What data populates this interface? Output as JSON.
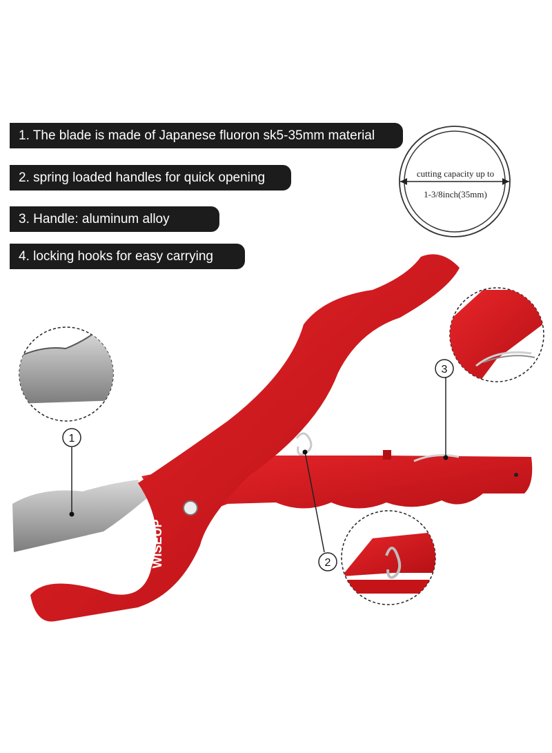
{
  "features": [
    "1. The blade is made of Japanese fluoron sk5-35mm material",
    "2. spring loaded handles for quick opening",
    "3. Handle: aluminum alloy",
    "4. locking hooks for easy carrying"
  ],
  "capacity": {
    "line1": "cutting capacity up to",
    "line2": "1-3/8inch(35mm)"
  },
  "callouts": [
    "1",
    "2",
    "3"
  ],
  "brand": "WISEUP",
  "colors": {
    "tool_red": "#d0161b",
    "pill_bg": "#1c1c1c",
    "blade_gray": "#9a9a9a"
  }
}
